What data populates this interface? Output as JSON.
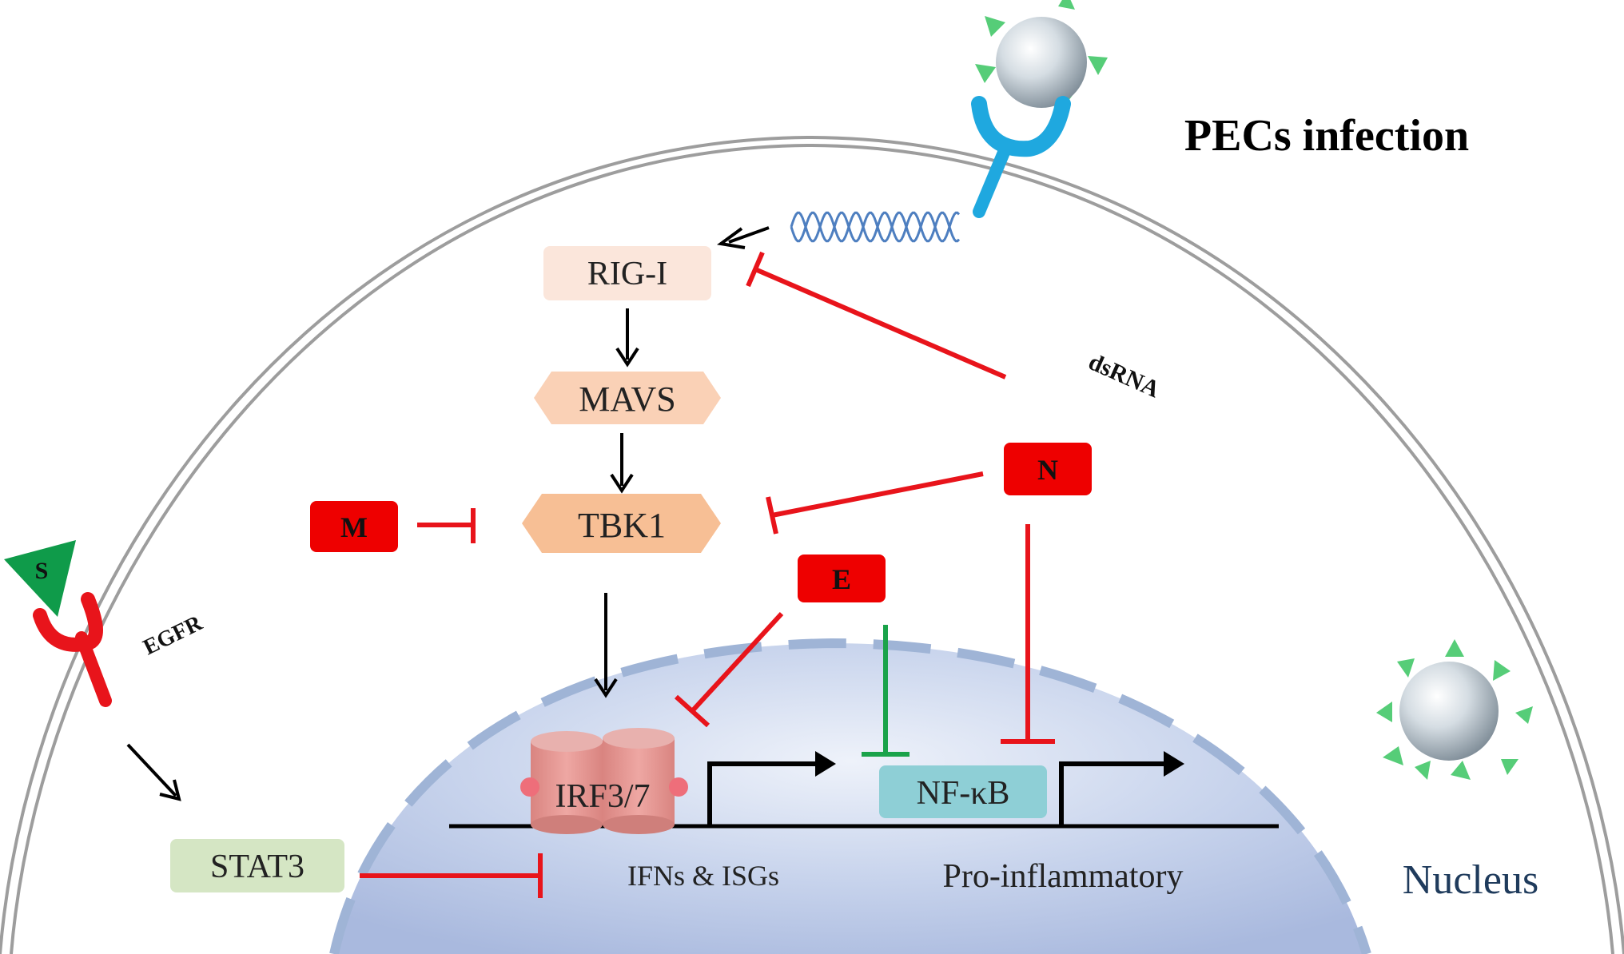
{
  "title": "PECs infection",
  "labels": {
    "dsrna": "dsRNA",
    "egfr": "EGFR",
    "nucleus": "Nucleus",
    "ifns_isgs": "IFNs & ISGs",
    "pro_inflammatory": "Pro-inflammatory"
  },
  "nodes": {
    "rig_i": "RIG-I",
    "mavs": "MAVS",
    "tbk1": "TBK1",
    "irf": "IRF3/7",
    "nfkb": "NF-κB",
    "stat3": "STAT3"
  },
  "viral_proteins": {
    "m": "M",
    "n": "N",
    "e": "E",
    "s": "S"
  },
  "colors": {
    "inhibit_red": "#e8141b",
    "inhibit_green": "#1aa34a",
    "protein_red": "#ee0000",
    "rig_fill": "#fbe6db",
    "mavs_fill": "#fad1b6",
    "tbk1_fill": "#f7bf95",
    "nfkb_fill": "#8ecfd6",
    "stat3_fill": "#d5e6c4",
    "irf_fill": "#e69a95",
    "receptor_blue": "#1fa8df",
    "egfr_red": "#e8141b",
    "s_green": "#0f9b4a",
    "nucleus_text": "#1f3b5c"
  }
}
